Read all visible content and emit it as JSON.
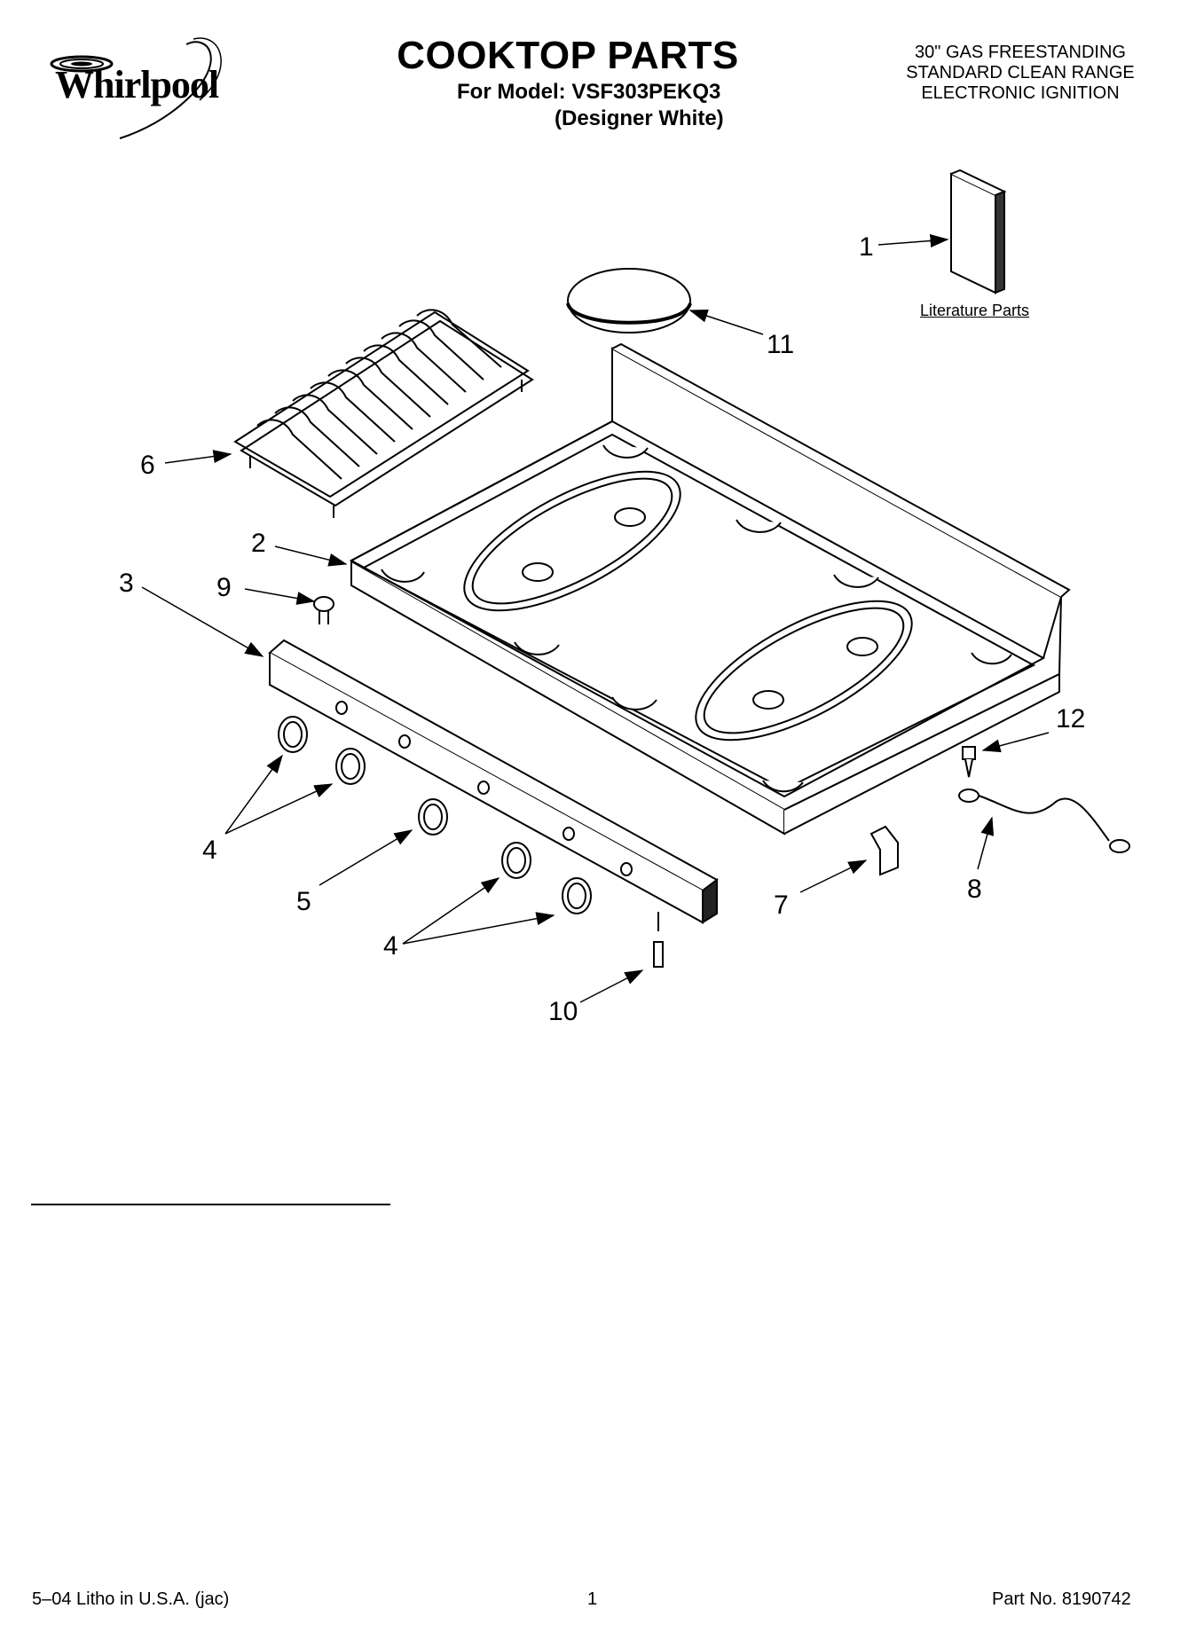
{
  "header": {
    "brand": "Whirlpool",
    "title": "COOKTOP PARTS",
    "model_line": "For Model: VSF303PEKQ3",
    "color_line": "(Designer White)",
    "description": [
      "30\" GAS FREESTANDING",
      "STANDARD CLEAN RANGE",
      "ELECTRONIC IGNITION"
    ]
  },
  "callouts": {
    "c1": "1",
    "c2": "2",
    "c3": "3",
    "c4a": "4",
    "c4b": "4",
    "c5": "5",
    "c6": "6",
    "c7": "7",
    "c8": "8",
    "c9": "9",
    "c10": "10",
    "c11": "11",
    "c12": "12"
  },
  "literature_label": "Literature Parts",
  "footer": {
    "left": "5–04 Litho in U.S.A. (jac)",
    "page": "1",
    "part_no": "Part No. 8190742"
  }
}
